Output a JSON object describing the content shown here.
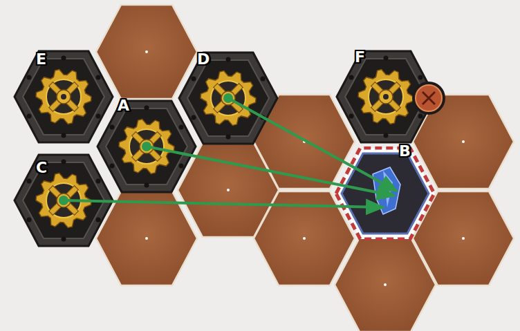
{
  "diagram": {
    "nodes": [
      {
        "text": [
          "E"
        ]
      },
      {
        "text": [
          "D"
        ]
      },
      {
        "text": [
          "F"
        ]
      },
      {
        "text": [
          "A"
        ]
      },
      {
        "text": [
          "B"
        ]
      },
      {
        "text": [
          "C"
        ]
      }
    ],
    "edges": [
      {
        "from": 3,
        "to": 4,
        "arrow": "to"
      },
      {
        "from": 5,
        "to": 4,
        "arrow": "to"
      },
      {
        "from": 1,
        "to": 4,
        "arrow": "to"
      }
    ]
  }
}
